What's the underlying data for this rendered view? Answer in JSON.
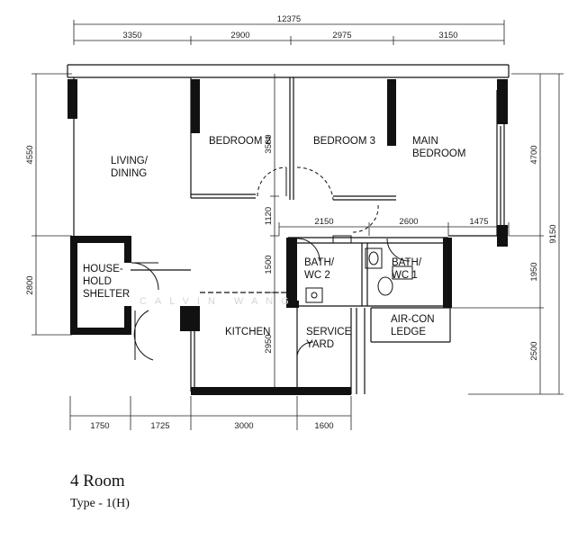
{
  "dimensions": {
    "overall_width": "12375",
    "top": [
      "3350",
      "2900",
      "2975",
      "3150"
    ],
    "bottom": [
      "1750",
      "1725",
      "3000",
      "1600"
    ],
    "inner_row": [
      "2150",
      "2600",
      "1475"
    ],
    "left": [
      "4550",
      "2800"
    ],
    "right_outer": "9150",
    "right_inner": [
      "4700",
      "1950",
      "2500"
    ],
    "center_vertical": [
      "3580",
      "1120",
      "1500",
      "2950"
    ]
  },
  "rooms": {
    "living": [
      "LIVING/",
      "DINING"
    ],
    "bedroom2": "BEDROOM 2",
    "bedroom3": "BEDROOM 3",
    "main_bedroom": [
      "MAIN",
      "BEDROOM"
    ],
    "shelter": [
      "HOUSE-",
      "HOLD",
      "SHELTER"
    ],
    "bath2": [
      "BATH/",
      "WC 2"
    ],
    "bath1": [
      "BATH/",
      "WC 1"
    ],
    "kitchen": "KITCHEN",
    "service_yard": [
      "SERVICE",
      "YARD"
    ],
    "aircon": [
      "AIR-CON",
      "LEDGE"
    ]
  },
  "watermark": "CALVIN WANG",
  "caption": {
    "title": "4 Room",
    "type": "Type - 1(H)"
  }
}
